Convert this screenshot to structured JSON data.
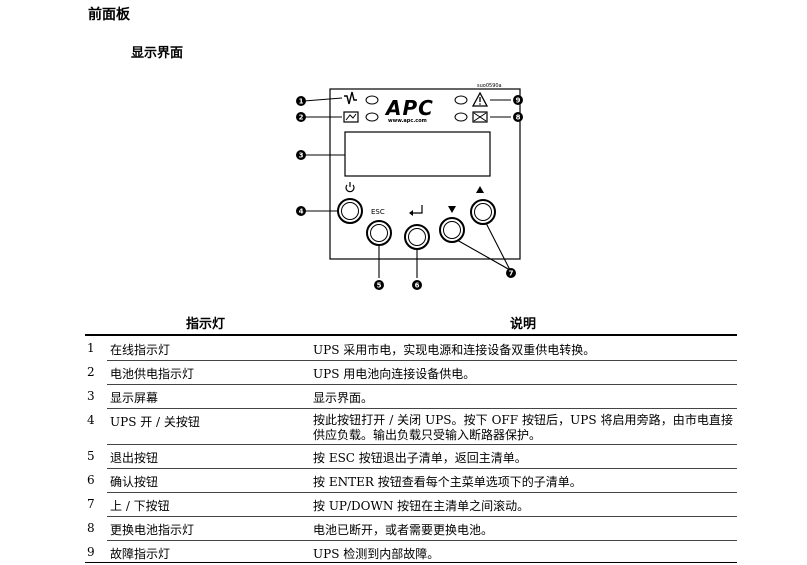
{
  "heading": "前面板",
  "subheading": "显示界面",
  "figure": {
    "code": "suo0590a",
    "logo": "APC",
    "website": "www.apc.com",
    "esc": "ESC",
    "callouts": [
      "1",
      "2",
      "3",
      "4",
      "5",
      "6",
      "7",
      "8",
      "9"
    ]
  },
  "table": {
    "col_indicator": "指示灯",
    "col_desc": "说明",
    "rows": [
      {
        "num": "1",
        "name": "在线指示灯",
        "desc": "UPS 采用市电，实现电源和连接设备双重供电转换。"
      },
      {
        "num": "2",
        "name": "电池供电指示灯",
        "desc": "UPS 用电池向连接设备供电。"
      },
      {
        "num": "3",
        "name": "显示屏幕",
        "desc": "显示界面。"
      },
      {
        "num": "4",
        "name": "UPS 开 / 关按钮",
        "desc": "按此按钮打开 / 关闭 UPS。按下 OFF 按钮后，UPS 将启用旁路，由市电直接供应负载。输出负载只受输入断路器保护。"
      },
      {
        "num": "5",
        "name": "退出按钮",
        "desc": "按 ESC 按钮退出子清单，返回主清单。"
      },
      {
        "num": "6",
        "name": "确认按钮",
        "desc": "按 ENTER 按钮查看每个主菜单选项下的子清单。"
      },
      {
        "num": "7",
        "name": "上 / 下按钮",
        "desc": "按 UP/DOWN 按钮在主清单之间滚动。"
      },
      {
        "num": "8",
        "name": "更换电池指示灯",
        "desc": "电池已断开，或者需要更换电池。"
      },
      {
        "num": "9",
        "name": "故障指示灯",
        "desc": "UPS 检测到内部故障。"
      }
    ]
  }
}
